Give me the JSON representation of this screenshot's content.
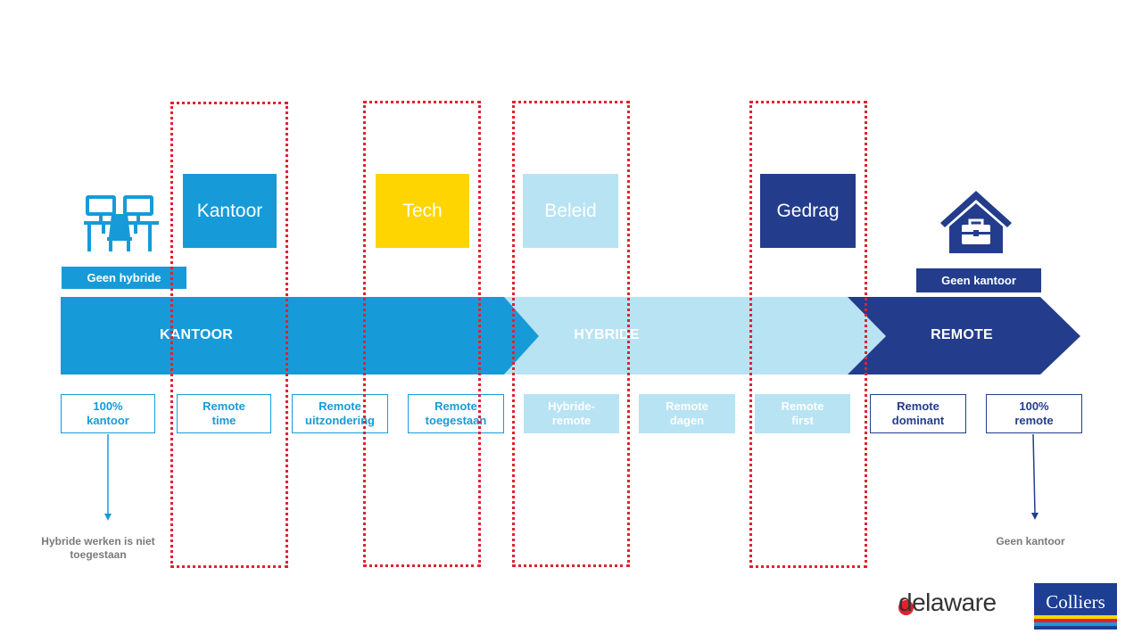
{
  "categories": {
    "kantoor": "Kantoor",
    "tech": "Tech",
    "beleid": "Beleid",
    "gedrag": "Gedrag"
  },
  "tags": {
    "geen_hybride": "Geen hybride",
    "geen_kantoor": "Geen kantoor"
  },
  "arrows": {
    "kantoor": "KANTOOR",
    "hybride": "HYBRIDE",
    "remote": "REMOTE"
  },
  "scale": [
    {
      "label": "100%\nkantoor"
    },
    {
      "label": "Remote\ntime"
    },
    {
      "label": "Remote\nuitzondering"
    },
    {
      "label": "Remote\ntoegestaan"
    },
    {
      "label": "Hybride-\nremote"
    },
    {
      "label": "Remote\ndagen"
    },
    {
      "label": "Remote\nfirst"
    },
    {
      "label": "Remote\ndominant"
    },
    {
      "label": "100%\nremote"
    }
  ],
  "notes": {
    "left": "Hybride werken is niet\ntoegestaan",
    "right": "Geen kantoor"
  },
  "logos": {
    "delaware": "delaware",
    "colliers": "Colliers"
  },
  "colors": {
    "kantoor_blue": "#169bd8",
    "tech_yellow": "#fed500",
    "hybride_light": "#b8e3f3",
    "remote_navy": "#233d8c",
    "dotted_red": "#e2212e"
  },
  "icons": {
    "office": "desks-chair-icon",
    "home": "house-briefcase-icon"
  }
}
